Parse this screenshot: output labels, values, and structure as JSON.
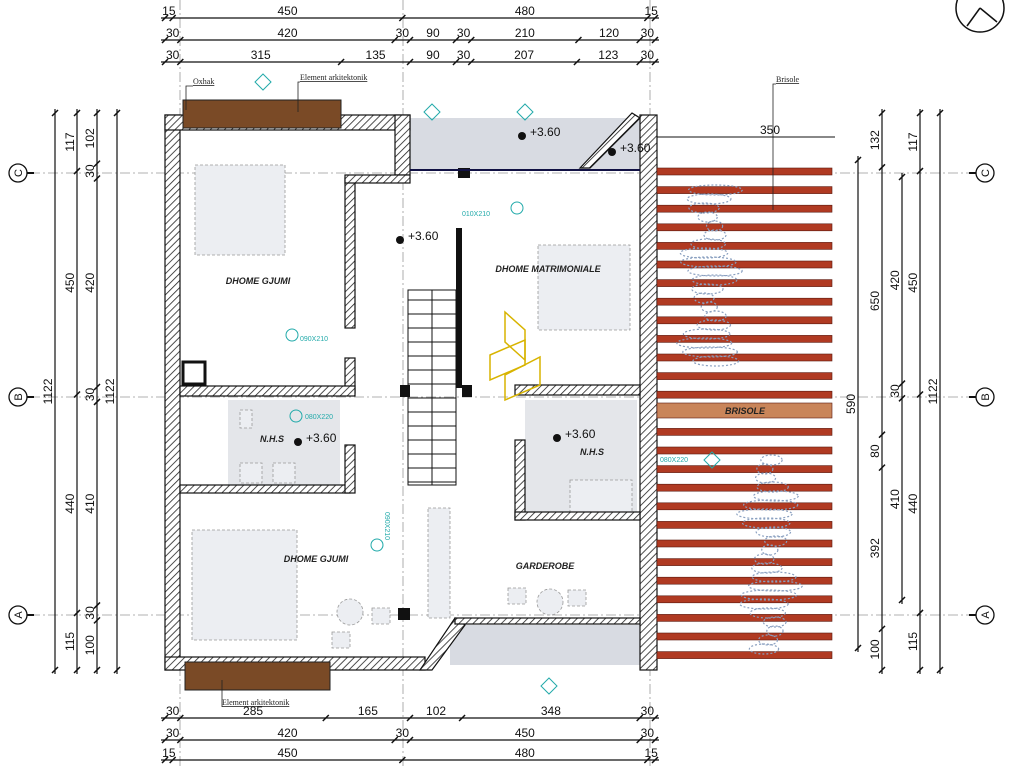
{
  "title": "Floor plan",
  "axes": {
    "left": [
      "C",
      "B",
      "A"
    ],
    "right": [
      "C",
      "B",
      "A"
    ]
  },
  "dimensions": {
    "top": [
      [
        15,
        450,
        480,
        15
      ],
      [
        30,
        420,
        30,
        90,
        30,
        210,
        120,
        30
      ],
      [
        30,
        315,
        135,
        90,
        30,
        207,
        123,
        30
      ]
    ],
    "bottom": [
      [
        30,
        285,
        165,
        102,
        348,
        30
      ],
      [
        30,
        420,
        30,
        450,
        30
      ],
      [
        15,
        450,
        480,
        15
      ]
    ],
    "left": [
      [
        1122
      ],
      [
        117,
        450,
        440,
        115
      ],
      [
        102,
        30,
        420,
        30,
        410,
        30,
        100
      ],
      [
        1122
      ]
    ],
    "right": [
      [
        590
      ],
      [
        132,
        650,
        80,
        392,
        100
      ],
      [
        420,
        30,
        410
      ],
      [
        117,
        450,
        440,
        115
      ],
      [
        1122
      ]
    ],
    "terrace_depth": "350"
  },
  "rooms": {
    "bedroom_top_left": "DHOME GJUMI",
    "master_bedroom": "DHOME MATRIMONIALE",
    "bath_left": "N.H.S",
    "bath_right": "N.H.S",
    "bedroom_bottom_left": "DHOME GJUMI",
    "wardrobe": "GARDEROBE",
    "brise_soleil": "BRISOLE"
  },
  "levels": {
    "hall": "+3.60",
    "balcony": "+3.60",
    "balcony_corner": "+3.60",
    "bath_left": "+3.60",
    "bath_right": "+3.60"
  },
  "openings": {
    "door_master": "010X210",
    "door_bedroom_top": "090X210",
    "door_bath_left": "080X220",
    "window_terrace": "080X220",
    "door_bedroom_bottom": "090X210"
  },
  "notes": {
    "chimney": "Oxhak",
    "element_top": "Element arkitektonik",
    "element_bottom": "Element arkitektonik",
    "brisole": "Brisole"
  },
  "colors": {
    "wood": "#7a4a26",
    "slat": "#b03a22",
    "annotation": "#22aaaa",
    "logo": "#d8b400"
  }
}
